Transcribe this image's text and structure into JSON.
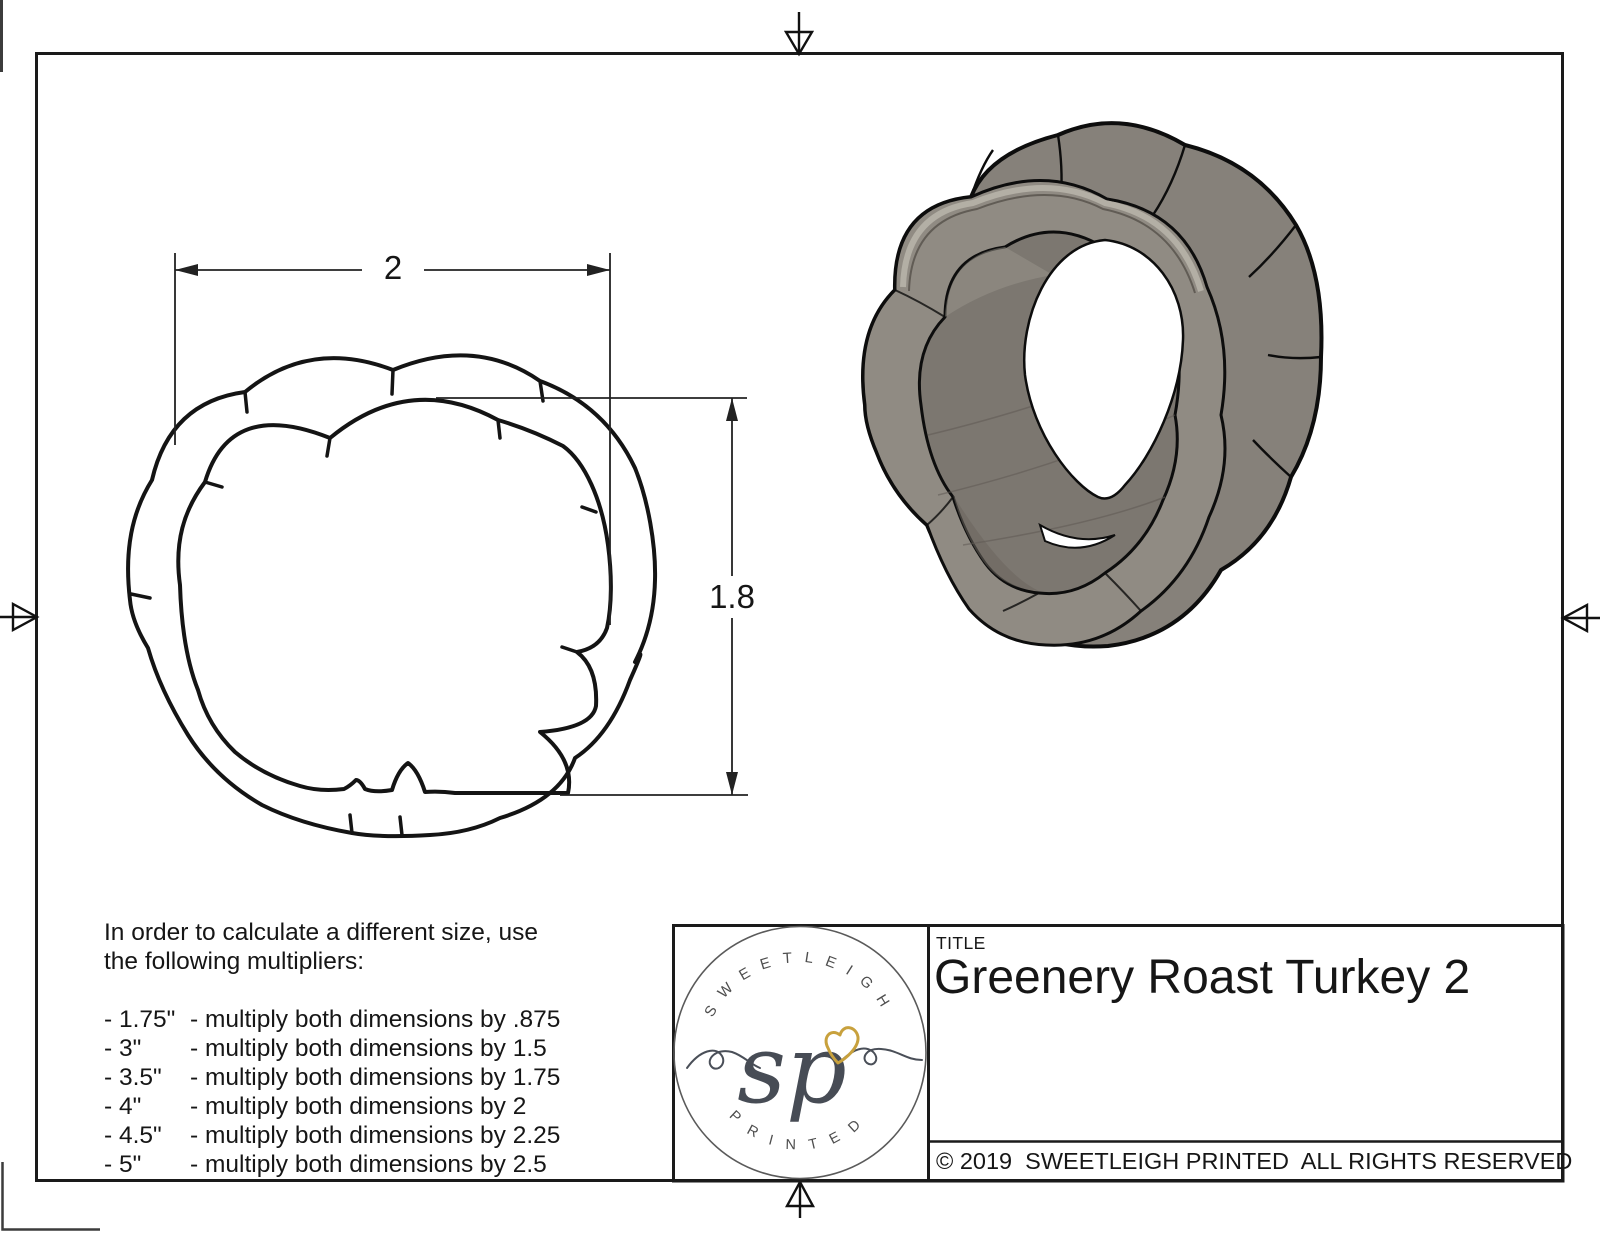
{
  "drawing": {
    "width_label": "2",
    "height_label": "1.8"
  },
  "note": {
    "line1": "In order to calculate a different size, use",
    "line2": "the following multipliers:",
    "rows": [
      {
        "size": "- 1.75\"",
        "rule": "- multiply both dimensions by .875"
      },
      {
        "size": "- 3\"",
        "rule": "- multiply both dimensions by 1.5"
      },
      {
        "size": "- 3.5\"",
        "rule": "- multiply both dimensions by 1.75"
      },
      {
        "size": "- 4\"",
        "rule": "- multiply both dimensions by 2"
      },
      {
        "size": "- 4.5\"",
        "rule": "- multiply both dimensions by 2.25"
      },
      {
        "size": "- 5\"",
        "rule": "- multiply both dimensions by 2.5"
      }
    ]
  },
  "title_block": {
    "label": "TITLE",
    "title": "Greenery Roast Turkey 2",
    "copyright": "© 2019  SWEETLEIGH PRINTED  ALL RIGHTS RESERVED"
  },
  "logo": {
    "arc_top": "SWEETLEIGH",
    "arc_bottom": "PRINTED",
    "monogram": "sp",
    "heart_icon": "heart",
    "colors": {
      "heart_gold": "#c8a13d",
      "ink": "#474c55"
    }
  },
  "render": {
    "description": "3D cookie cutter render",
    "colors": {
      "body": "#86817a",
      "face": "#908b83",
      "wall": "#7c7770",
      "edge_highlight": "#b7b2a8",
      "outline": "#0d0d0d"
    }
  }
}
